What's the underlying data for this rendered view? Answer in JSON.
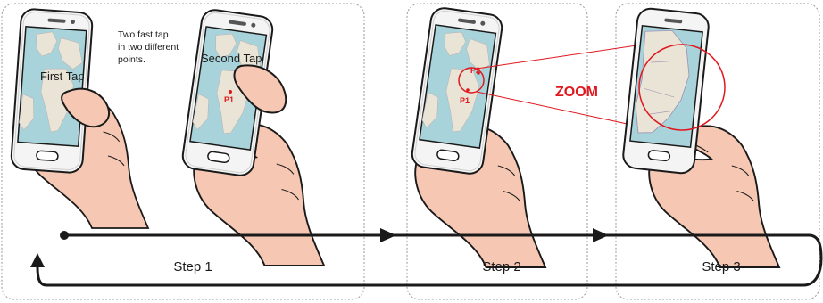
{
  "panels": {
    "step1": {
      "label": "Step 1"
    },
    "step2": {
      "label": "Step 2"
    },
    "step3": {
      "label": "Step 3"
    }
  },
  "annotations": {
    "instruction_line1": "Two fast tap",
    "instruction_line2": "in two different",
    "instruction_line3": "points.",
    "first_tap": "First Tap",
    "second_tap": "Second Tap",
    "p1": "P1",
    "p2": "P2",
    "zoom": "ZOOM"
  },
  "colors": {
    "accent": "#e0181e",
    "skin": "#f6c8b4",
    "skin_outline": "#1a1a1a",
    "phone_body": "#f4f4f4",
    "screen_sea": "#a9d3da",
    "screen_land": "#e9e4d6",
    "panel_border": "#9a9a9a"
  }
}
